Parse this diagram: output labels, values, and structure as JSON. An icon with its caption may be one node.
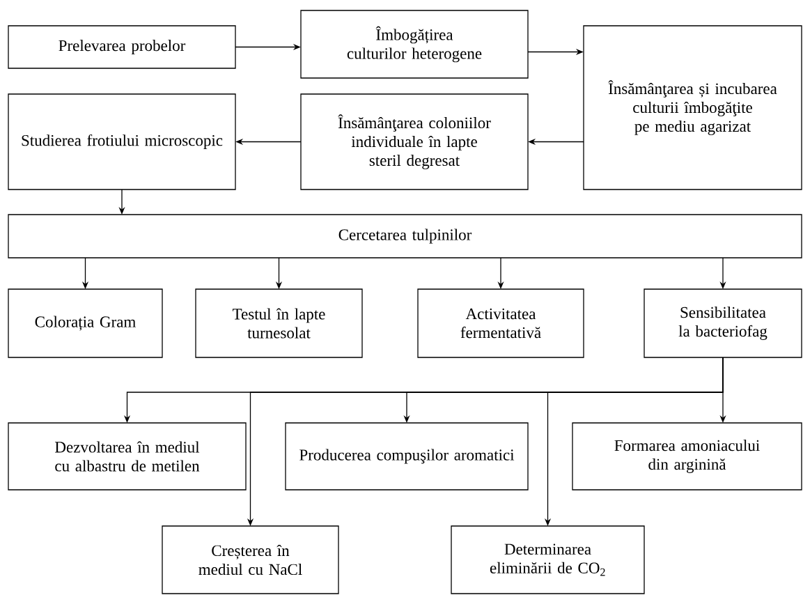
{
  "diagram": {
    "nodes": [
      {
        "text": [
          "Prelevarea probelor"
        ]
      },
      {
        "text": [
          "Îmbogățirea culturilor heterogene"
        ]
      },
      {
        "text": [
          "Însămânţarea și incubarea culturii îmbogăţite pe mediu agarizat"
        ]
      },
      {
        "text": [
          "Însămânţarea coloniilor individuale în lapte steril degresat"
        ]
      },
      {
        "text": [
          "Studierea frotiului microscopic"
        ]
      },
      {
        "text": [
          "Cercetarea tulpinilor"
        ]
      },
      {
        "text": [
          "Colorația Gram"
        ]
      },
      {
        "text": [
          "Testul în lapte turnesolat"
        ]
      },
      {
        "text": [
          "Activitatea fermentativă"
        ]
      },
      {
        "text": [
          "Sensibilitatea la bacteriofag"
        ]
      },
      {
        "text": [
          "Dezvoltarea în mediul cu albastru de metilen"
        ]
      },
      {
        "text": [
          "Producerea compuşilor aromatici"
        ]
      },
      {
        "text": [
          "Formarea amoniacului din arginină"
        ]
      },
      {
        "text": [
          "Creșterea în mediul cu NaCl"
        ]
      },
      {
        "text": [
          "Determinarea eliminării de CO$_{2}$"
        ]
      }
    ],
    "edges": [
      {
        "from": 0,
        "to": 1,
        "arrow": "to"
      },
      {
        "from": 1,
        "to": 2,
        "arrow": "to"
      },
      {
        "from": 2,
        "to": 3,
        "arrow": "to"
      },
      {
        "from": 3,
        "to": 4,
        "arrow": "to"
      },
      {
        "from": 4,
        "to": 5,
        "arrow": "to"
      },
      {
        "from": 5,
        "to": 6,
        "arrow": "to"
      },
      {
        "from": 5,
        "to": 7,
        "arrow": "to"
      },
      {
        "from": 5,
        "to": 8,
        "arrow": "to"
      },
      {
        "from": 5,
        "to": 9,
        "arrow": "to"
      },
      {
        "from": 9,
        "to": 10,
        "arrow": "to"
      },
      {
        "from": 9,
        "to": 11,
        "arrow": "to"
      },
      {
        "from": 9,
        "to": 12,
        "arrow": "to"
      },
      {
        "from": 9,
        "to": 13,
        "arrow": "to"
      },
      {
        "from": 9,
        "to": 14,
        "arrow": "to"
      }
    ]
  }
}
